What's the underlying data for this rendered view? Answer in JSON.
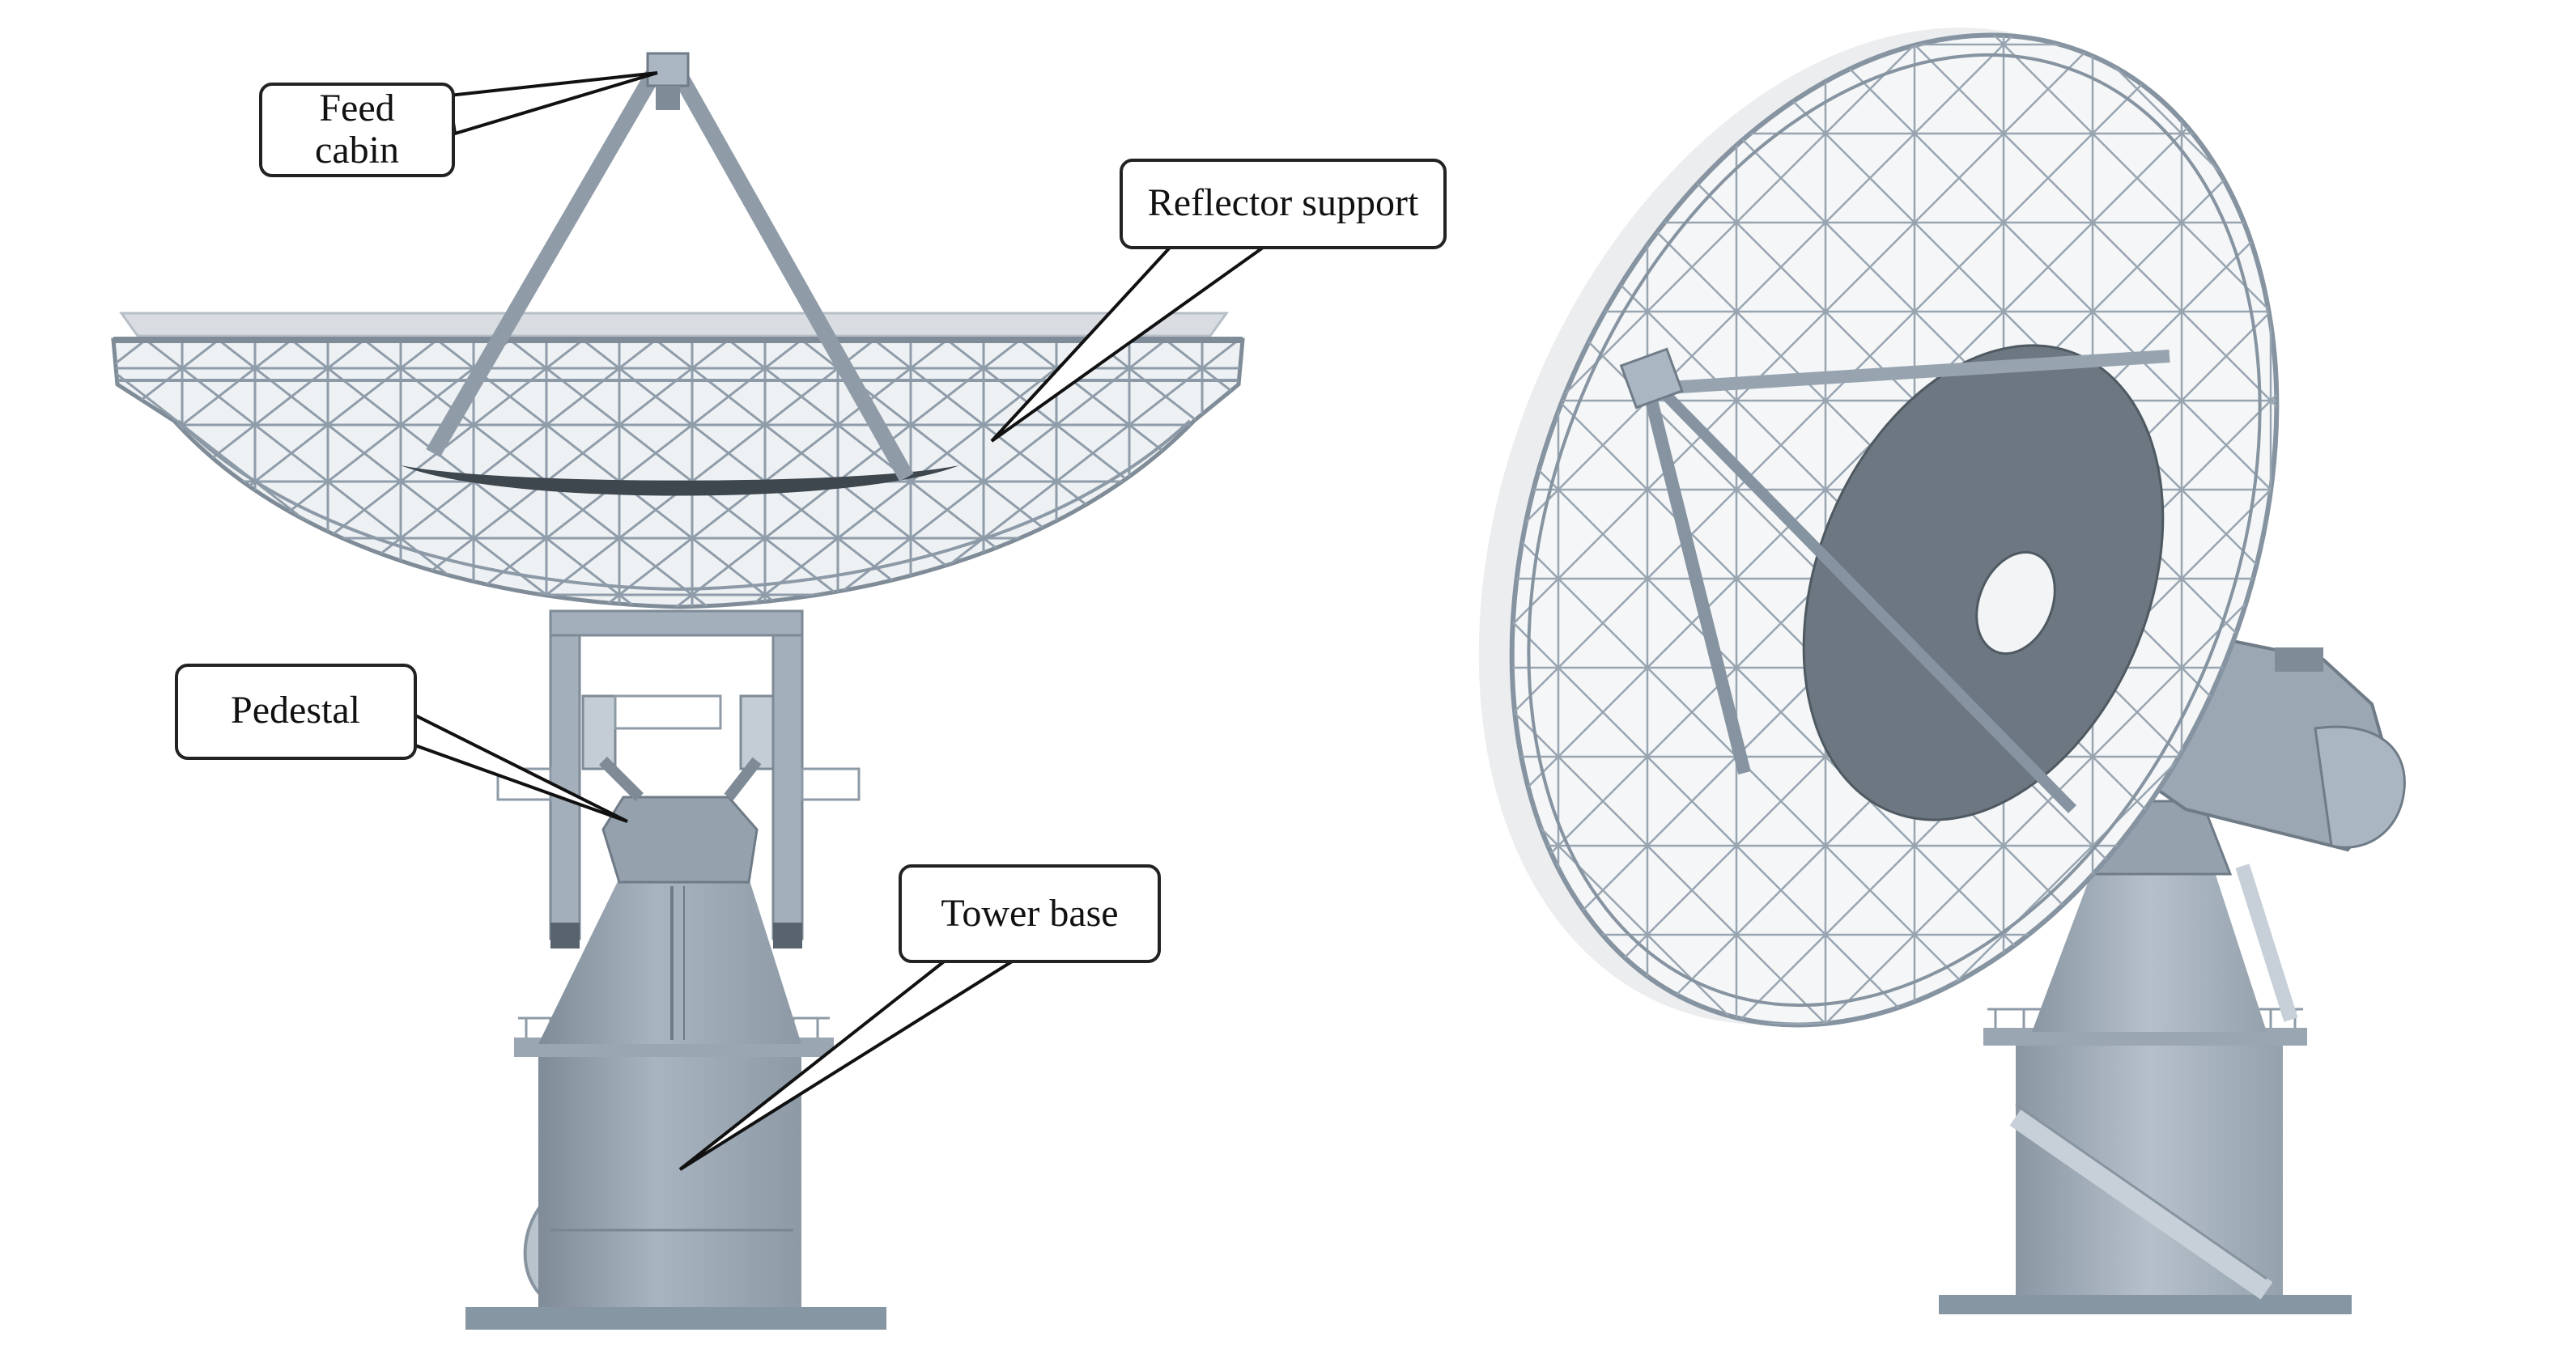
{
  "figure": {
    "labels": {
      "feed_cabin_line1": "Feed",
      "feed_cabin_line2": "cabin",
      "reflector_support": "Reflector support",
      "pedestal": "Pedestal",
      "tower_base": "Tower base"
    },
    "colors": {
      "structure_fill": "#a7b3bf",
      "structure_dark": "#7d8b98",
      "structure_light": "#c9d2db",
      "mesh_line": "#8c99a6",
      "panel_dark": "#59636d",
      "surface_light": "#e9ebed",
      "leader_line": "#111111",
      "callout_border": "#222222"
    }
  }
}
